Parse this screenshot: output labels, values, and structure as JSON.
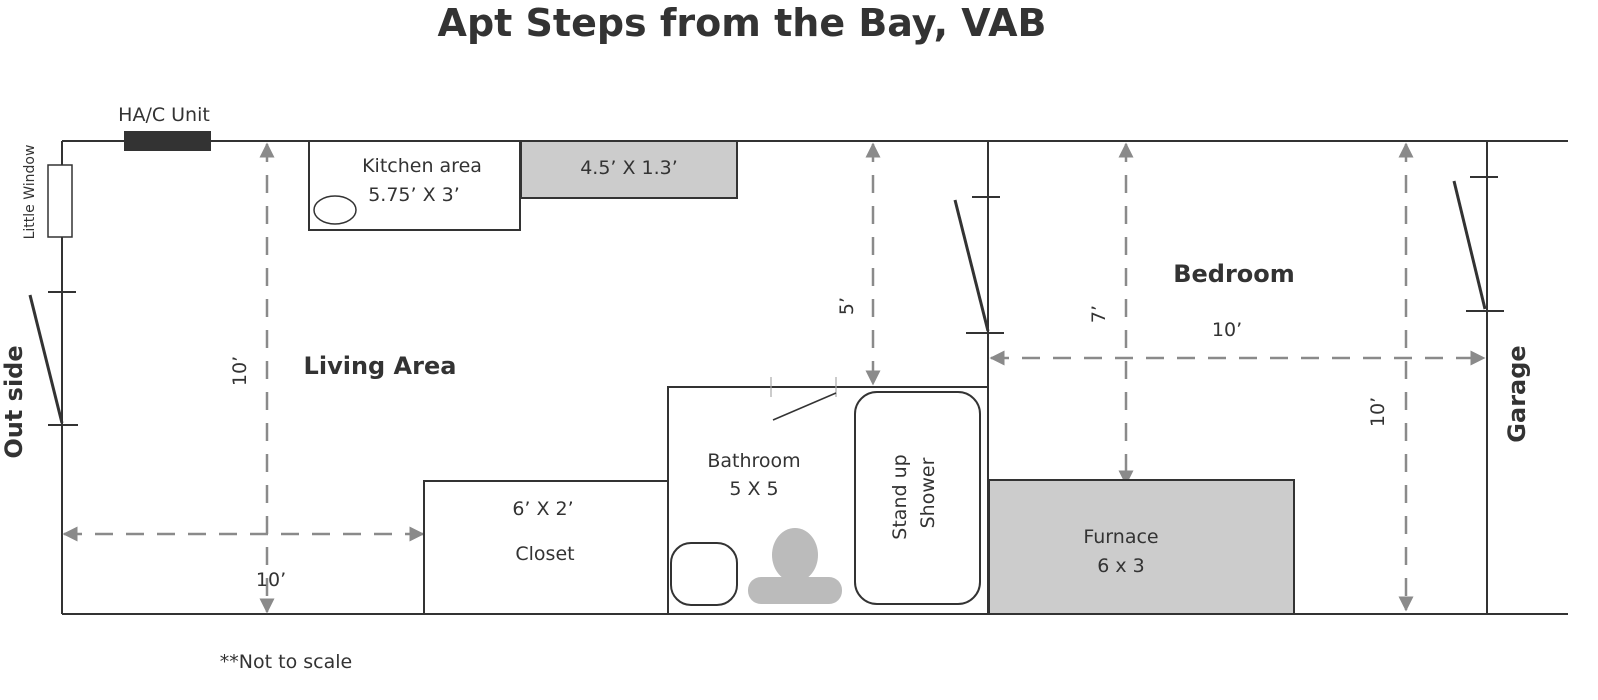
{
  "title": "Apt Steps from the Bay, VAB",
  "labels": {
    "hac_unit": "HA/C Unit",
    "little_window": "Little Window",
    "outside": "Out side",
    "garage": "Garage",
    "living_area": "Living Area",
    "bedroom": "Bedroom",
    "kitchen_name": "Kitchen area",
    "kitchen_dims": "5.75’ X 3’",
    "counter_dims": "4.5’ X 1.3’",
    "closet_dims": "6’ X 2’",
    "closet_name": "Closet",
    "bathroom_name": "Bathroom",
    "bathroom_dims": "5 X 5",
    "shower_line1": "Stand up",
    "shower_line2": "Shower",
    "furnace_name": "Furnace",
    "furnace_dims": "6 x 3",
    "not_to_scale": "**Not to scale"
  },
  "dimensions": {
    "living_vertical": "10’",
    "living_horizontal": "10’",
    "hall_vertical": "5’",
    "bedroom_left_vertical": "7’",
    "bedroom_horizontal": "10’",
    "bedroom_right_vertical": "10’"
  },
  "colors": {
    "wall": "#333333",
    "dimension_line": "#8a8a8a",
    "fixture_fill": "#cccccc",
    "hvac_unit": "#333333"
  }
}
